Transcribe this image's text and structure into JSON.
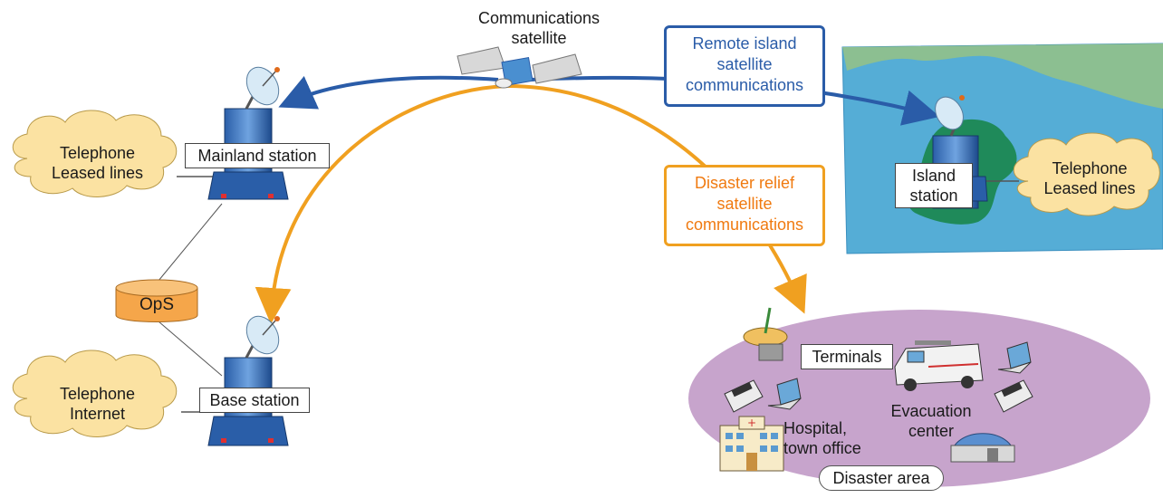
{
  "satellite": {
    "label": "Communications\nsatellite"
  },
  "callouts": {
    "remote": "Remote island\nsatellite\ncommunications",
    "disaster": "Disaster relief\nsatellite\ncommunications"
  },
  "stations": {
    "mainland": "Mainland station",
    "island": "Island\nstation",
    "base": "Base station"
  },
  "clouds": {
    "mainland": "Telephone\nLeased lines",
    "island": "Telephone\nLeased lines",
    "base": "Telephone\nInternet"
  },
  "ops": "OpS",
  "disaster_area": {
    "terminals": "Terminals",
    "hospital": "Hospital,\ntown office",
    "evacuation": "Evacuation\ncenter",
    "area": "Disaster area"
  },
  "colors": {
    "blue_link": "#2a5ca8",
    "orange_link": "#f0a020",
    "sea": "#55add6",
    "cloud": "#fbe2a2",
    "ops": "#f5a64a",
    "disaster_area": "#c7a4cc"
  }
}
